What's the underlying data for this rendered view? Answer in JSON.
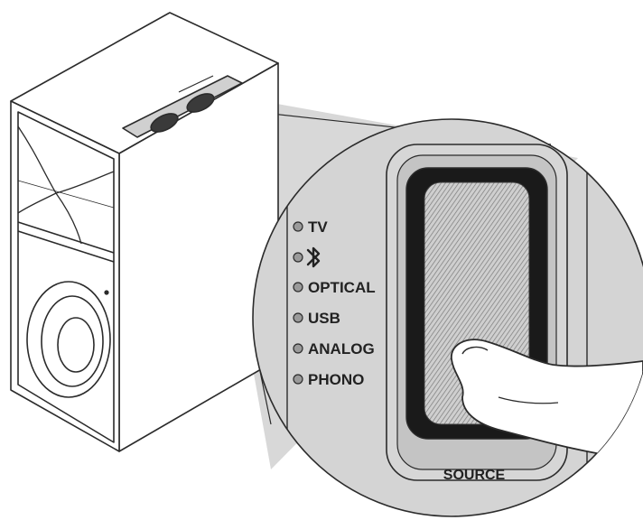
{
  "diagram": {
    "inputs": [
      {
        "label": "TV",
        "icon": "none"
      },
      {
        "label": "",
        "icon": "bluetooth-icon"
      },
      {
        "label": "OPTICAL",
        "icon": "none"
      },
      {
        "label": "USB",
        "icon": "none"
      },
      {
        "label": "ANALOG",
        "icon": "none"
      },
      {
        "label": "PHONO",
        "icon": "none"
      }
    ],
    "source_label": "SOURCE",
    "colors": {
      "line": "#2b2b2b",
      "callout_fill": "#d4d4d4",
      "panel_fill": "#cfcfcf",
      "led_fill": "#9a9a9a",
      "button_dark": "#1a1a1a",
      "button_pad": "#c8c8c8",
      "finger_fill": "#ffffff"
    }
  }
}
